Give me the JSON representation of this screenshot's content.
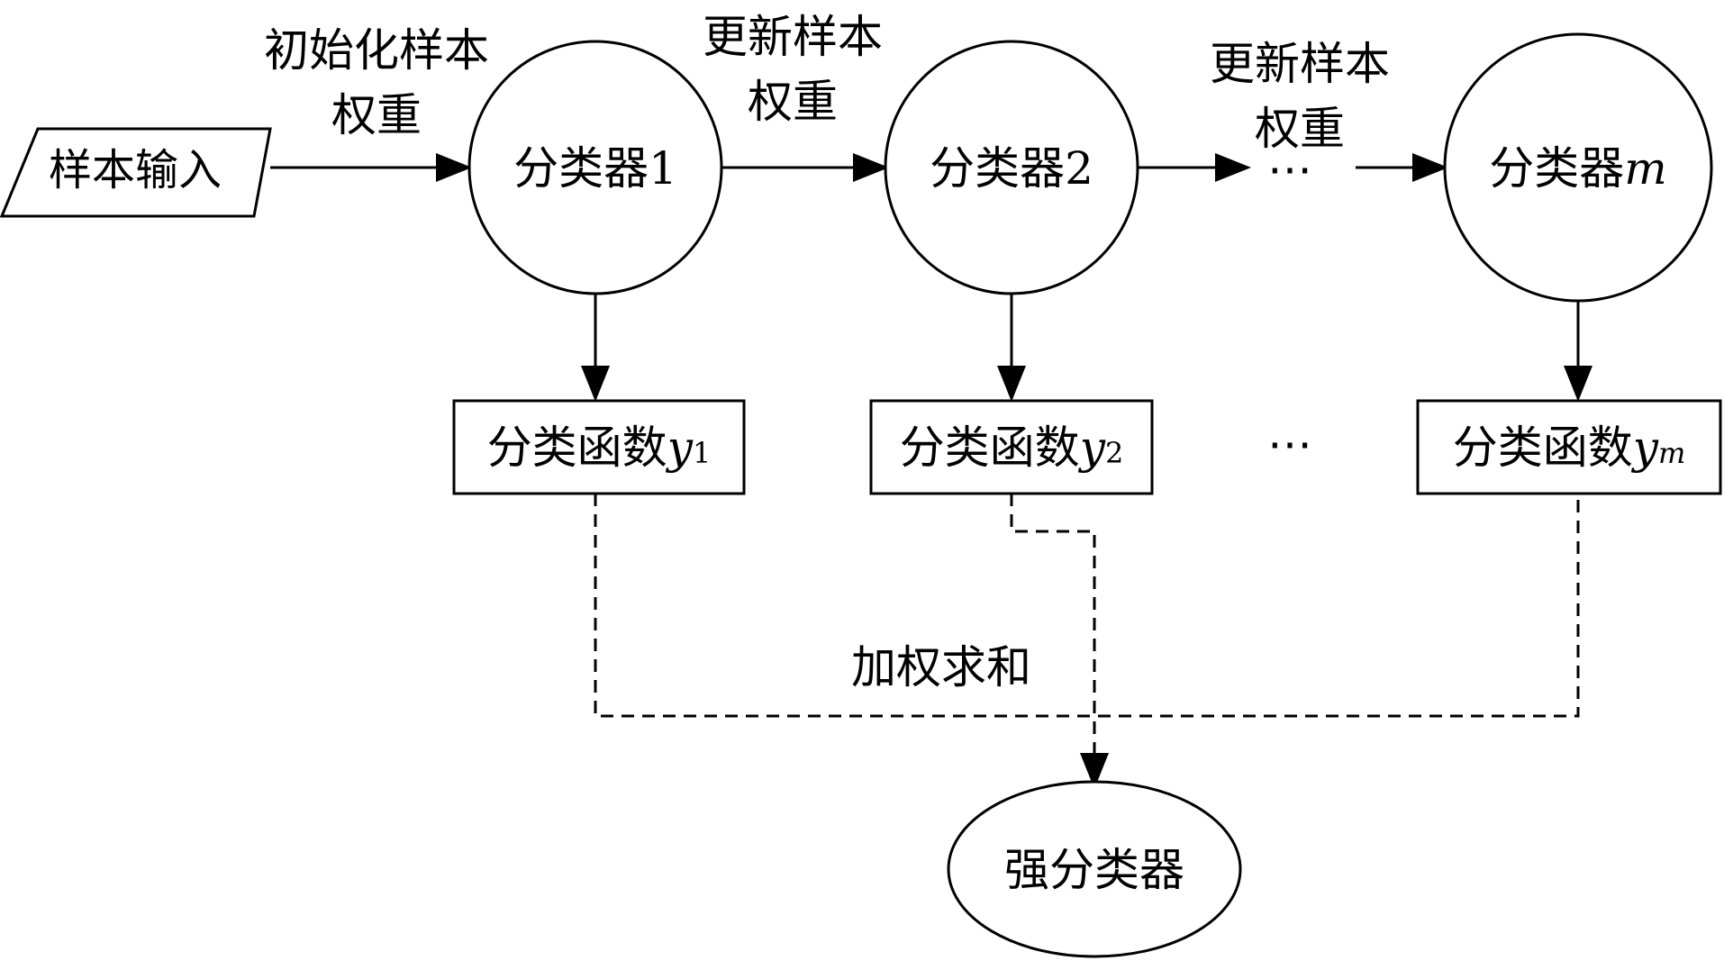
{
  "input": {
    "label": "样本输入"
  },
  "edges": {
    "init_weights": {
      "line1": "初始化样本",
      "line2": "权重"
    },
    "update_1": {
      "line1": "更新样本",
      "line2": "权重"
    },
    "update_2": {
      "line1": "更新样本",
      "line2": "权重"
    },
    "ellipsis": "⋯",
    "weighted_sum": "加权求和"
  },
  "classifiers": [
    {
      "prefix": "分类器",
      "index": "1"
    },
    {
      "prefix": "分类器",
      "index": "2"
    },
    {
      "prefix": "分类器",
      "index": "m"
    }
  ],
  "functions": [
    {
      "prefix": "分类函数",
      "var": "y",
      "sub": "1"
    },
    {
      "prefix": "分类函数",
      "var": "y",
      "sub": "2"
    },
    {
      "prefix": "分类函数",
      "var": "y",
      "sub": "m"
    }
  ],
  "functions_ellipsis": "⋯",
  "output": {
    "label": "强分类器"
  },
  "colors": {
    "stroke": "#000000",
    "fill": "#ffffff"
  }
}
